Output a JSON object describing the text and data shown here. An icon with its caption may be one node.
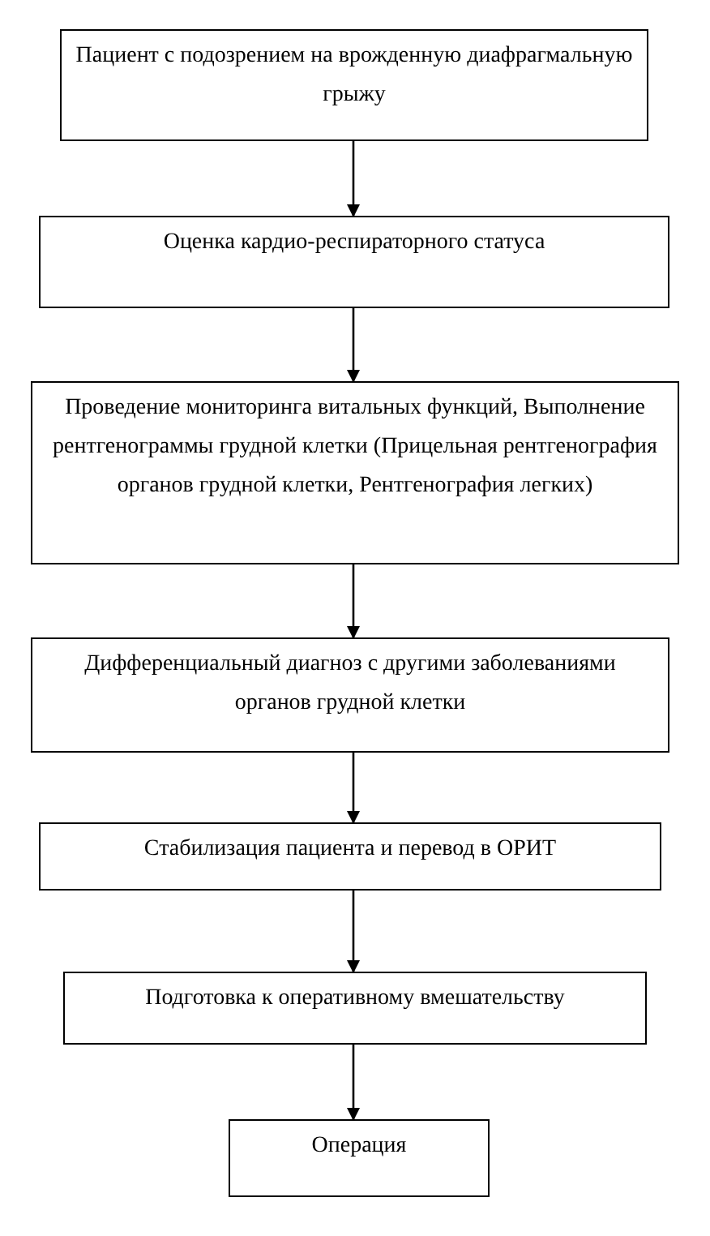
{
  "diagram": {
    "nodes": [
      {
        "text": [
          "Пациент с подозрением на врожденную диафрагмальную грыжу"
        ]
      },
      {
        "text": [
          "Оценка кардио-респираторного статуса"
        ]
      },
      {
        "text": [
          "Проведение мониторинга витальных функций, Выполнение рентгенограммы грудной клетки (Прицельная рентгенография органов грудной клетки, Рентгенография легких)"
        ]
      },
      {
        "text": [
          "Дифференциальный диагноз с другими заболеваниями органов грудной клетки"
        ]
      },
      {
        "text": [
          "Стабилизация пациента и перевод в ОРИТ"
        ]
      },
      {
        "text": [
          "Подготовка к оперативному вмешательству"
        ]
      },
      {
        "text": [
          "Операция"
        ]
      }
    ],
    "edges": [
      {
        "from": 0,
        "to": 1,
        "arrow": "to"
      },
      {
        "from": 1,
        "to": 2,
        "arrow": "to"
      },
      {
        "from": 2,
        "to": 3,
        "arrow": "to"
      },
      {
        "from": 3,
        "to": 4,
        "arrow": "to"
      },
      {
        "from": 4,
        "to": 5,
        "arrow": "to"
      },
      {
        "from": 5,
        "to": 6,
        "arrow": "to"
      }
    ]
  }
}
